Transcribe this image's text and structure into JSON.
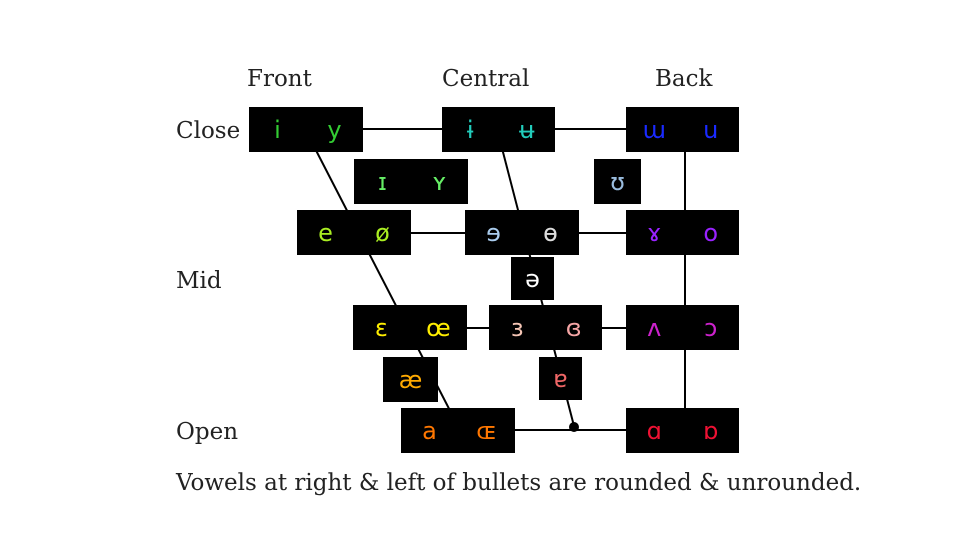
{
  "columns": {
    "front": "Front",
    "central": "Central",
    "back": "Back"
  },
  "rows": {
    "close": "Close",
    "mid": "Mid",
    "open": "Open"
  },
  "vowels": {
    "close_front": {
      "unrounded": "i",
      "rounded": "y",
      "c1": "#33cc33",
      "c2": "#33cc33"
    },
    "near_front": {
      "unrounded": "ɪ",
      "rounded": "ʏ",
      "c1": "#66ee66",
      "c2": "#66ee66"
    },
    "close_central": {
      "unrounded": "ɨ",
      "rounded": "ʉ",
      "c1": "#22ccbb",
      "c2": "#22ccbb"
    },
    "close_back": {
      "unrounded": "ɯ",
      "rounded": "u",
      "c1": "#1a2aff",
      "c2": "#1a2aff"
    },
    "near_back": {
      "rounded": "ʊ",
      "c2": "#99bbdd"
    },
    "closemid_front": {
      "unrounded": "e",
      "rounded": "ø",
      "c1": "#aaee22",
      "c2": "#aaee22"
    },
    "closemid_central": {
      "unrounded": "ɘ",
      "rounded": "ɵ",
      "c1": "#aaccee",
      "c2": "#dddddd"
    },
    "closemid_back": {
      "unrounded": "ɤ",
      "rounded": "o",
      "c1": "#9922ff",
      "c2": "#9922ff"
    },
    "mid_central": {
      "unrounded": "ə",
      "c1": "#ffffff"
    },
    "openmid_front": {
      "unrounded": "ɛ",
      "rounded": "œ",
      "c1": "#ffee00",
      "c2": "#ffee00"
    },
    "openmid_central": {
      "unrounded": "ɜ",
      "rounded": "ɞ",
      "c1": "#f5c5b5",
      "c2": "#f5a5a5"
    },
    "openmid_back": {
      "unrounded": "ʌ",
      "rounded": "ɔ",
      "c1": "#cc22cc",
      "c2": "#cc22cc"
    },
    "nearopen_front": {
      "unrounded": "æ",
      "c1": "#ffaa00"
    },
    "nearopen_central": {
      "unrounded": "ɐ",
      "c1": "#ee6666"
    },
    "open_front": {
      "unrounded": "a",
      "rounded": "ɶ",
      "c1": "#ff7700",
      "c2": "#ff7700"
    },
    "open_back": {
      "unrounded": "ɑ",
      "rounded": "ɒ",
      "c1": "#ee1133",
      "c2": "#ee1133"
    }
  },
  "caption": "Vowels at right & left of bullets are rounded & unrounded."
}
